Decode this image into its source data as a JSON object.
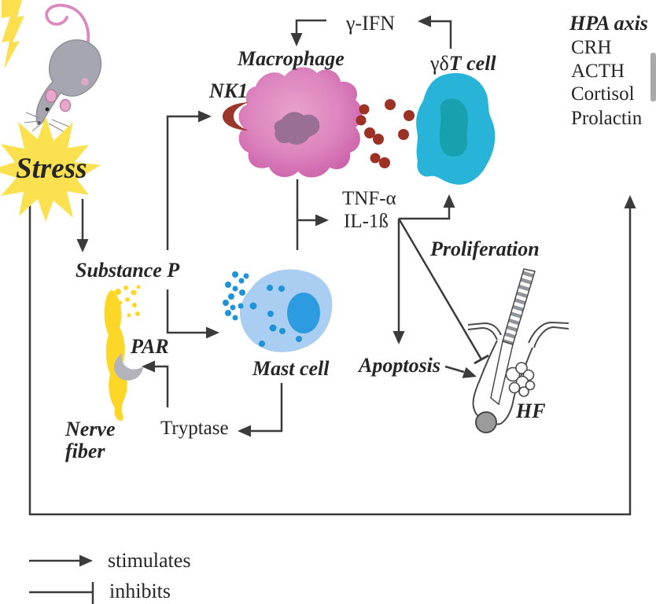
{
  "diagram": {
    "stress": "Stress",
    "top": {
      "gamma_ifn": "γ-IFN",
      "macrophage": "Macrophage",
      "nk1": "NK1",
      "t_cell_prefix": "γδ",
      "t_cell": "T cell"
    },
    "hpa": {
      "title": "HPA axis",
      "items": [
        "CRH",
        "ACTH",
        "Cortisol",
        "Prolactin"
      ]
    },
    "mediators": {
      "tnf": "TNF-α",
      "il1": "IL-1ß",
      "substance_p": "Substance P",
      "tryptase": "Tryptase"
    },
    "effects": {
      "proliferation": "Proliferation",
      "apoptosis": "Apoptosis"
    },
    "cells": {
      "mast_cell": "Mast cell",
      "hf": "HF",
      "par": "PAR",
      "nerve_line1": "Nerve",
      "nerve_line2": "fiber"
    },
    "legend": {
      "stimulates": "stimulates",
      "inhibits": "inhibits"
    },
    "colors": {
      "yellow": "#fbe14f",
      "nerve_yellow": "#fcd727",
      "macrophage_pink": "#d87fba",
      "macrophage_edge": "#c95aa6",
      "macrophage_nucleus": "#9a6f96",
      "tcell_cyan": "#28b4d9",
      "tcell_nucleus": "#18a0af",
      "mast_blue": "#aacdf2",
      "mast_nucleus": "#2d9bdf",
      "granule_blue": "#1f93d8",
      "red_dots": "#9e3125",
      "nk1_red": "#9c352a",
      "mouse_gray": "#a6a6b0",
      "mouse_pink": "#da8abe",
      "line": "#3b3b3b"
    }
  }
}
